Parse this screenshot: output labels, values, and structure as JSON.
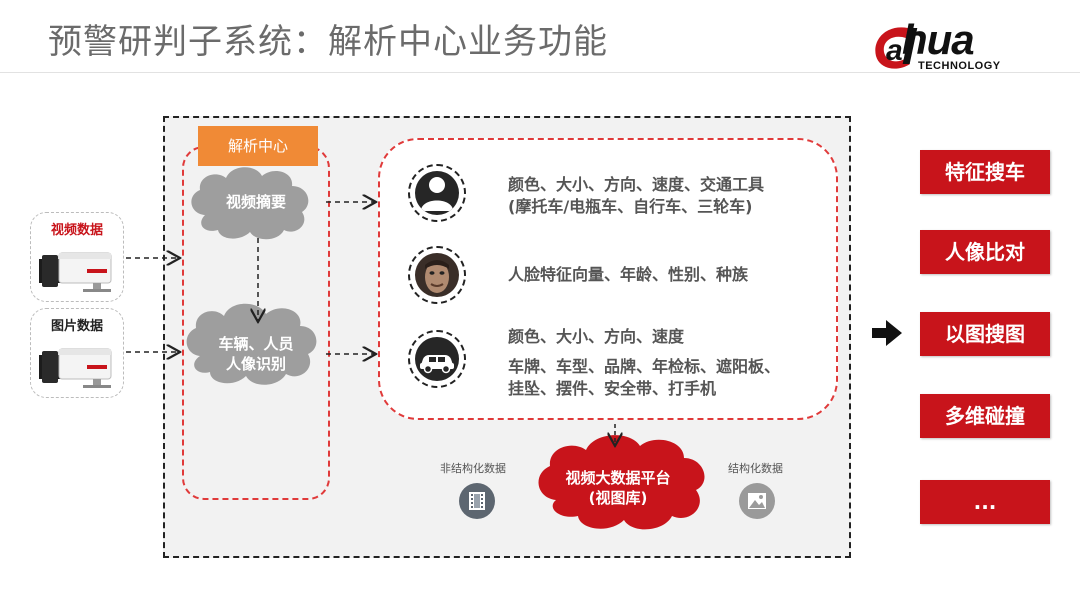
{
  "page": {
    "title": "预警研判子系统：解析中心业务功能"
  },
  "logo": {
    "brand": "alhua",
    "brand_display": "hua",
    "tagline": "TECHNOLOGY",
    "color_primary": "#c8141b",
    "color_text": "#111111"
  },
  "sources": [
    {
      "label": "视频数据",
      "label_color": "#c8141b",
      "icon": "camera-icon"
    },
    {
      "label": "图片数据",
      "label_color": "#222222",
      "icon": "camera-icon"
    }
  ],
  "analysis_center": {
    "tab_label": "解析中心",
    "tab_color": "#f08a36",
    "nodes": [
      {
        "text_lines": [
          "视频摘要"
        ]
      },
      {
        "text_lines": [
          "车辆、人员",
          "人像识别"
        ]
      }
    ]
  },
  "results": [
    {
      "icon": "person-icon",
      "lines": [
        "颜色、大小、方向、速度、交通工具",
        "(摩托车/电瓶车、自行车、三轮车)"
      ]
    },
    {
      "icon": "face-icon",
      "lines": [
        "人脸特征向量、年龄、性别、种族"
      ]
    },
    {
      "icon": "car-icon",
      "lines": [
        "颜色、大小、方向、速度",
        "车牌、车型、品牌、年检标、遮阳板、",
        "挂坠、摆件、安全带、打手机"
      ]
    }
  ],
  "platform": {
    "lines": [
      "视频大数据平台",
      "(视图库)"
    ],
    "color": "#c8141b",
    "unstructured_label": "非结构化数据",
    "unstructured_icon": "film-icon",
    "structured_label": "结构化数据",
    "structured_icon": "image-icon"
  },
  "functions": {
    "buttons": [
      "特征搜车",
      "人像比对",
      "以图搜图",
      "多维碰撞",
      "..."
    ],
    "color": "#c8141b",
    "arrow_icon": "arrow-right-icon"
  }
}
